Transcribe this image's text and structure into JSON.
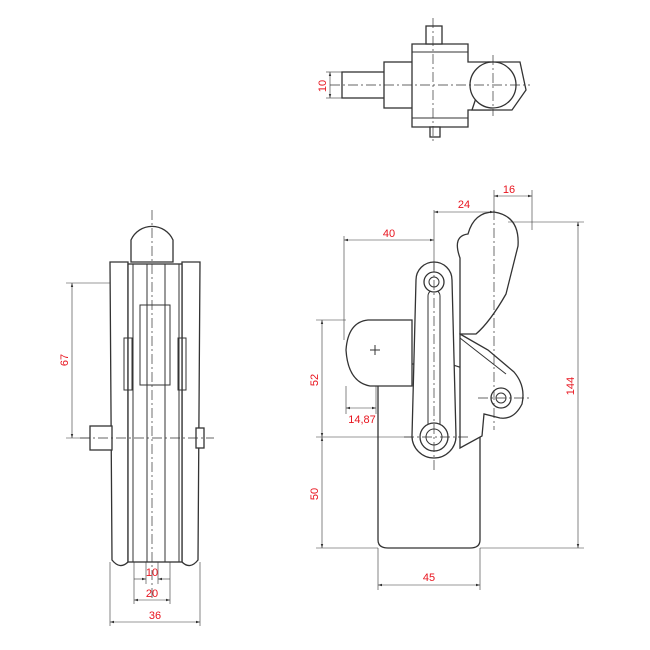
{
  "drawing": {
    "line_color": "#333333",
    "dimension_color": "#e8141e",
    "dimensions": {
      "top_view_width": "10",
      "side_height_67": "67",
      "side_width_10": "10",
      "side_width_20": "20",
      "side_width_36": "36",
      "front_top_40": "40",
      "front_top_24": "24",
      "front_top_16": "16",
      "front_height_52": "52",
      "front_offset_14_87": "14,87",
      "front_height_50": "50",
      "front_height_144": "144",
      "front_base_45": "45"
    }
  }
}
